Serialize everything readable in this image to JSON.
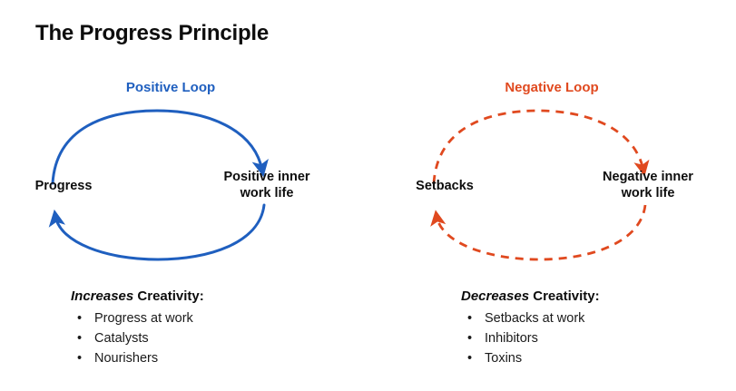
{
  "slide": {
    "title": "The Progress Principle",
    "background_color": "#ffffff",
    "text_color": "#0d0d0d"
  },
  "colors": {
    "positive": "#1F5FBF",
    "negative": "#E0491F",
    "text": "#0d0d0d"
  },
  "loops": {
    "positive": {
      "heading": "Positive Loop",
      "color": "#1F5FBF",
      "line_style": "solid",
      "source_label": "Progress",
      "target_label": "Positive inner\nwork life",
      "forward_arrow": "arrow-progress-to-positive-inner-work-life",
      "return_arrow": "arrow-positive-inner-work-life-to-progress"
    },
    "negative": {
      "heading": "Negative Loop",
      "color": "#E0491F",
      "line_style": "dashed",
      "source_label": "Setbacks",
      "target_label": "Negative inner\nwork life",
      "forward_arrow": "arrow-setbacks-to-negative-inner-work-life",
      "return_arrow": "arrow-negative-inner-work-life-to-setbacks"
    }
  },
  "effects": {
    "increases": {
      "emphasis": "Increases",
      "rest": " Creativity:",
      "bullet_glyph": "•",
      "items": [
        "Progress at work",
        "Catalysts",
        "Nourishers"
      ]
    },
    "decreases": {
      "emphasis": "Decreases",
      "rest": " Creativity:",
      "bullet_glyph": "•",
      "items": [
        "Setbacks at work",
        "Inhibitors",
        "Toxins"
      ]
    }
  }
}
